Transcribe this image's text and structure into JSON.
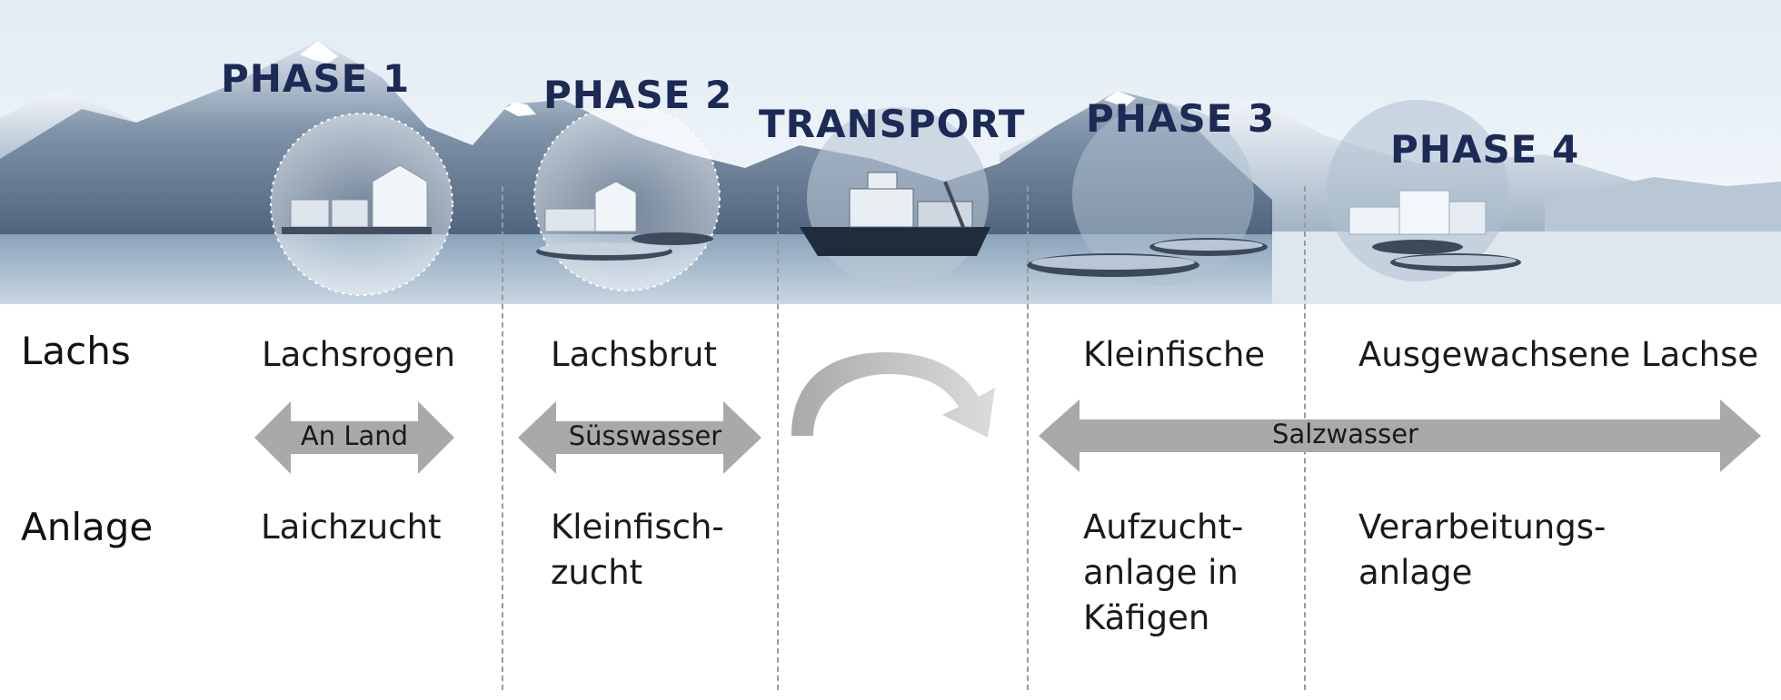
{
  "phases": {
    "phase1": "PHASE 1",
    "phase2": "PHASE 2",
    "transport": "TRANSPORT",
    "phase3": "PHASE 3",
    "phase4": "PHASE 4"
  },
  "rows": {
    "lachs": "Lachs",
    "anlage": "Anlage"
  },
  "lachs_stages": {
    "roe": "Lachsrogen",
    "fry": "Lachsbrut",
    "smolt": "Kleinfische",
    "adult": "Ausgewachsene Lachse"
  },
  "environments": {
    "land": "An Land",
    "freshwater": "Süsswasser",
    "saltwater": "Salzwasser"
  },
  "facilities": {
    "hatchery": "Laichzucht",
    "smolt_line1": "Kleinfisch-",
    "smolt_line2": "zucht",
    "cages_line1": "Aufzucht-",
    "cages_line2": "anlage in",
    "cages_line3": "Käfigen",
    "processing_line1": "Verarbeitungs-",
    "processing_line2": "anlage"
  },
  "colors": {
    "title": "#1c2a55",
    "arrow": "#a9a9a9",
    "divider": "#9a9a9a"
  }
}
